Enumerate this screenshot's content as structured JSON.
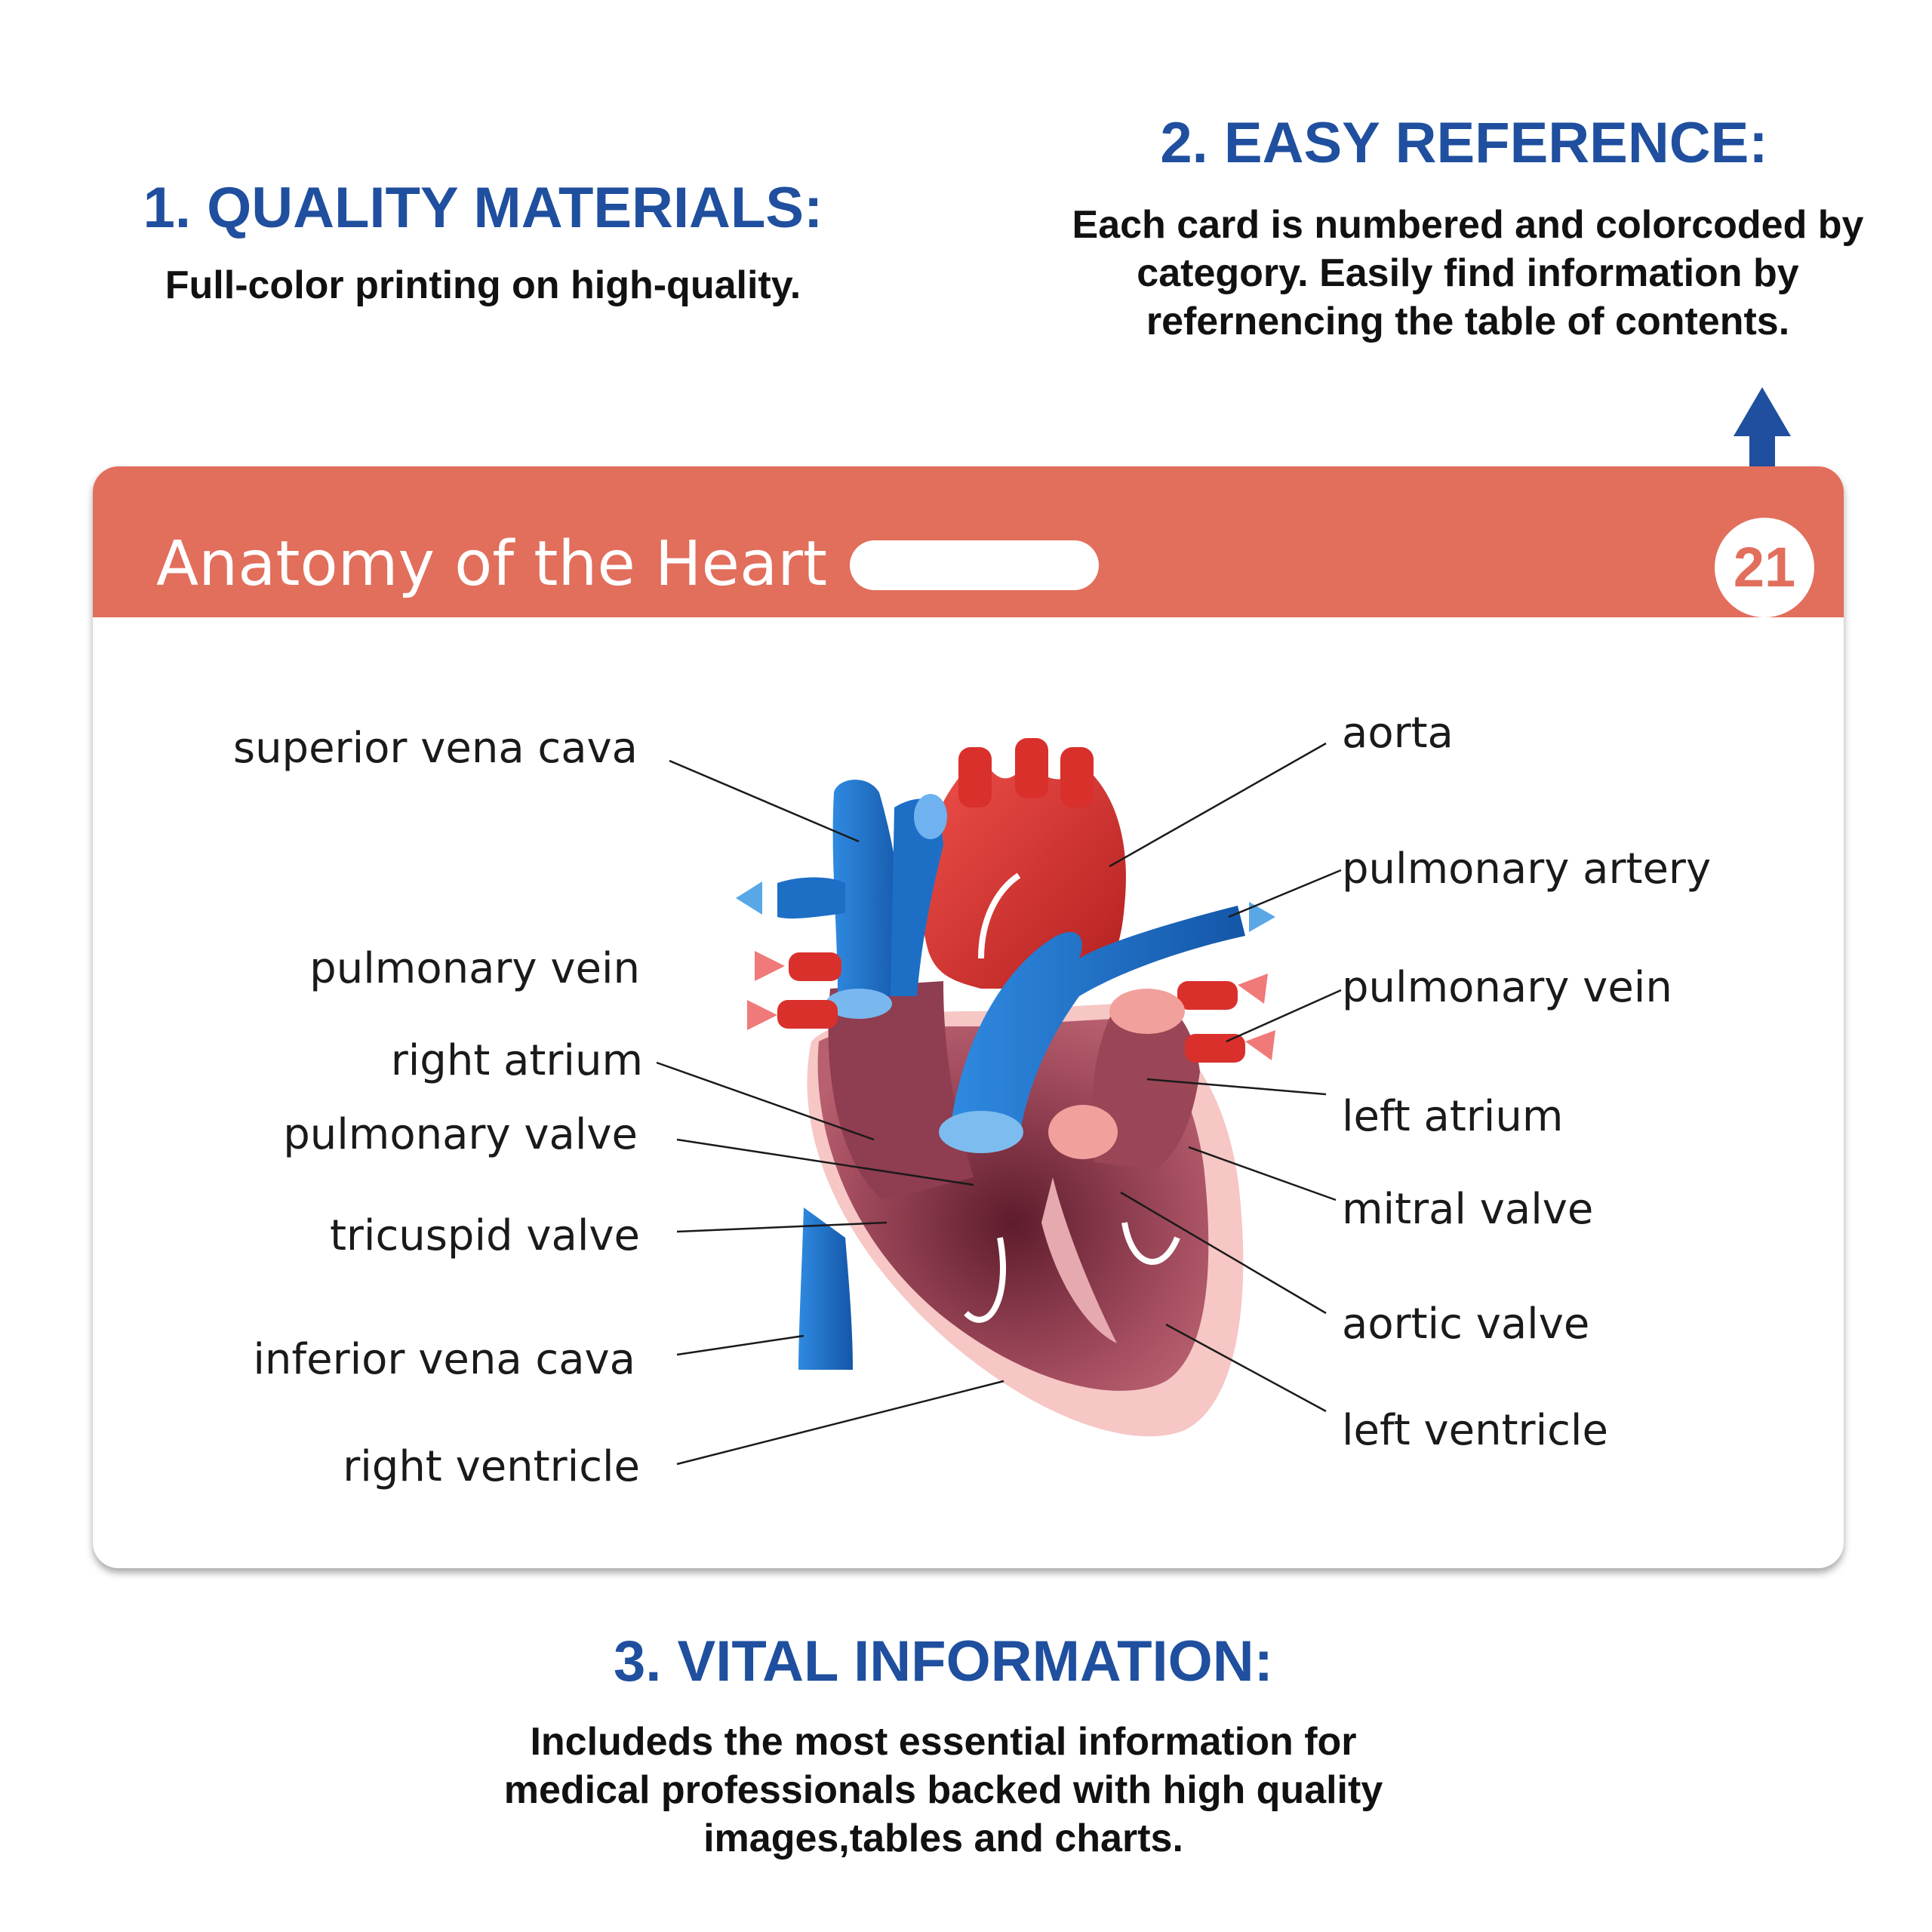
{
  "features": [
    {
      "title": "1. QUALITY MATERIALS:",
      "description": "Full-color printing on high-quality."
    },
    {
      "title": "2. EASY REFERENCE:",
      "description": "Each card is numbered and colorcoded by category. Easily find information by refernencing the table of contents."
    },
    {
      "title": "3. VITAL INFORMATION:",
      "description": "Includeds the most essential information for medical professionals backed with high quality images,tables and charts."
    }
  ],
  "card": {
    "title": "Anatomy of the Heart",
    "number": "21",
    "header_color": "#e26e5c"
  },
  "heart_labels": {
    "left": [
      "superior vena cava",
      "pulmonary vein",
      "right atrium",
      "pulmonary valve",
      "tricuspid valve",
      "inferior vena cava",
      "right ventricle"
    ],
    "right": [
      "aorta",
      "pulmonary artery",
      "pulmonary vein",
      "left atrium",
      "mitral valve",
      "aortic valve",
      "left ventricle"
    ]
  },
  "colors": {
    "heading_blue": "#1f4f9e",
    "vein_blue": "#1d6fc6",
    "artery_red": "#d9302c",
    "muscle": "#a14a5a"
  }
}
